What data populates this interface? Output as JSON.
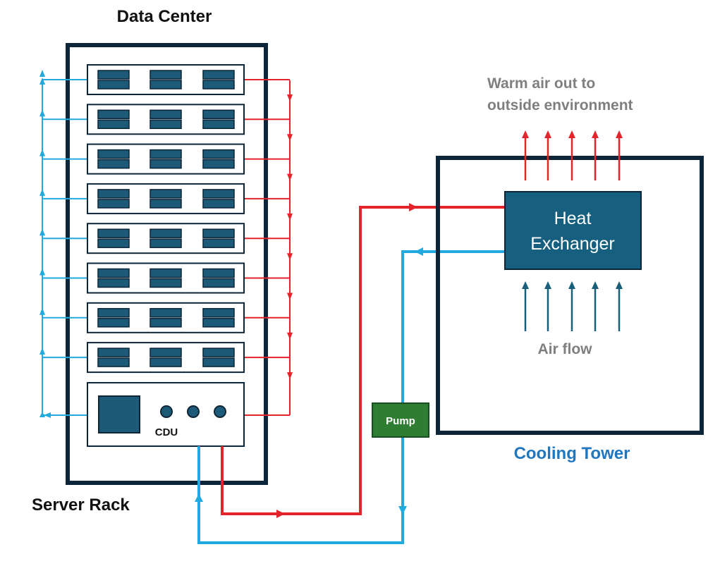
{
  "labels": {
    "data_center": "Data Center",
    "server_rack": "Server Rack",
    "cdu": "CDU",
    "pump": "Pump",
    "heat_exchanger_line1": "Heat",
    "heat_exchanger_line2": "Exchanger",
    "air_flow": "Air flow",
    "warm_air_line1": "Warm air out to",
    "warm_air_line2": "outside environment",
    "cooling_tower": "Cooling Tower"
  },
  "colors": {
    "frame": "#0d2538",
    "module": "#1c5a78",
    "hot_line": "#e3242b",
    "cold_line": "#22a9dd",
    "heat_exchanger": "#175f7e",
    "pump": "#2e7d32",
    "airflow_arrow": "#1a5f7a",
    "cooling_tower_label": "#1f77c0",
    "gray_text": "#7f7f7f"
  },
  "server_units": 8,
  "modules_per_unit": 3,
  "cdu_ports": 3,
  "warm_air_arrows": 5,
  "airflow_arrows": 5
}
